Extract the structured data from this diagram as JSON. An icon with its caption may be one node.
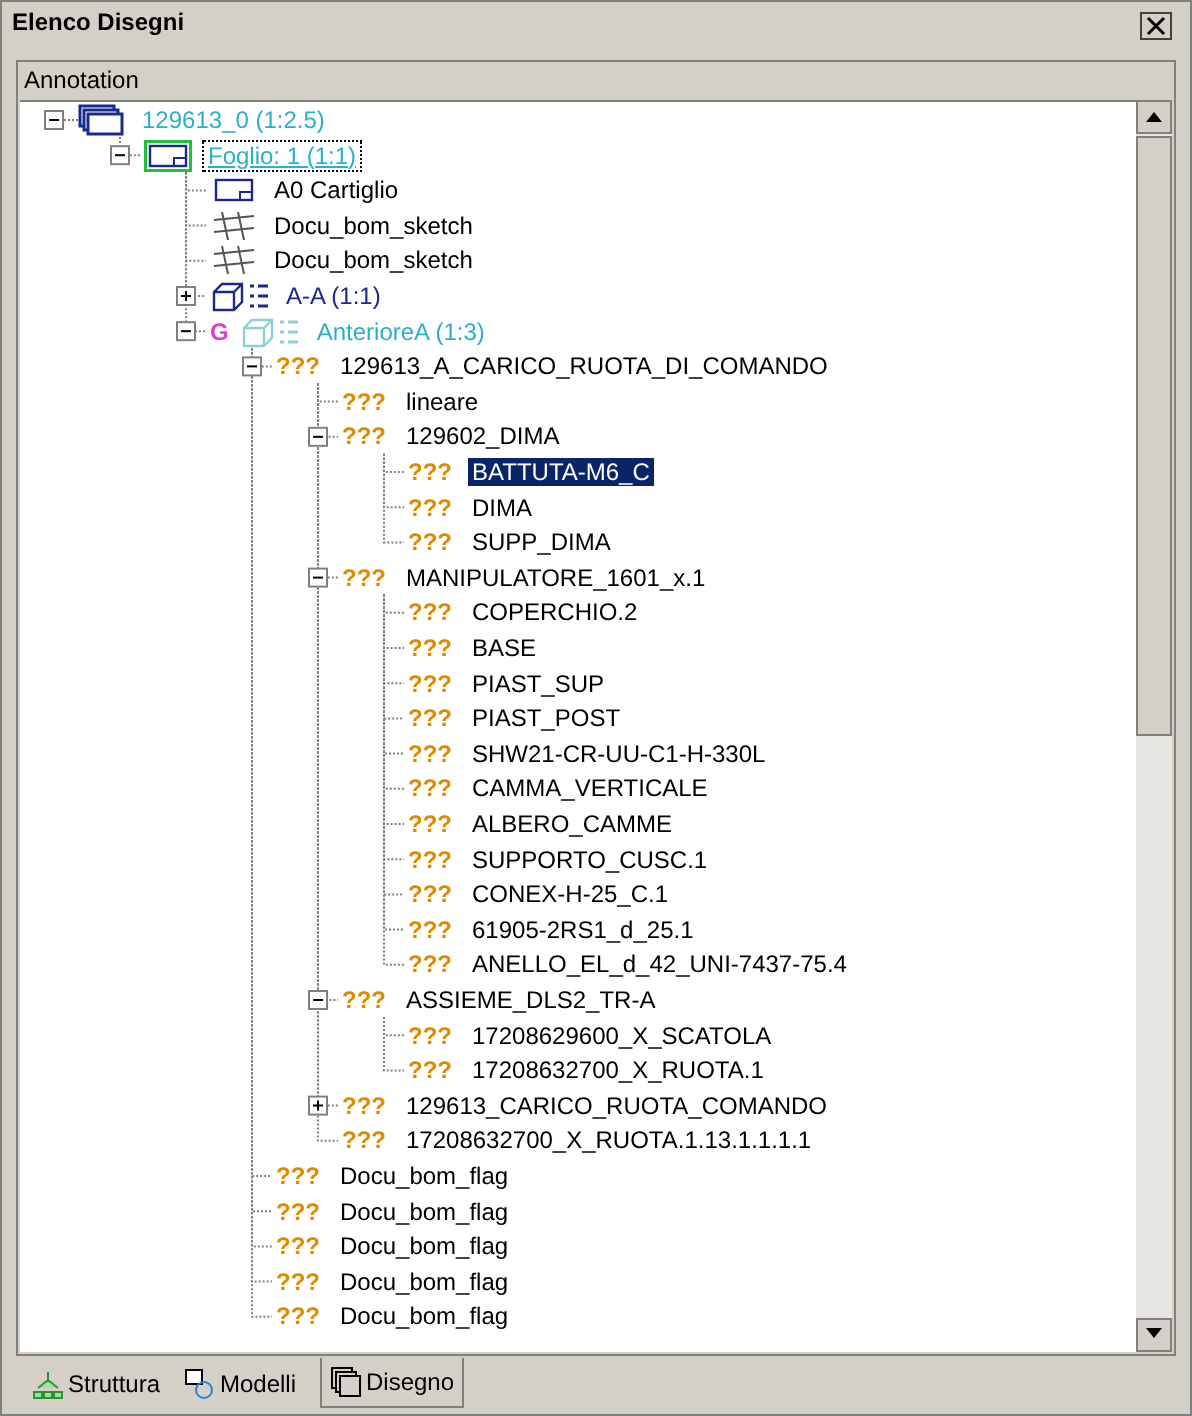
{
  "diagram": {
    "nodes": [
      {
        "text": [
          "129613_0 (1:2.5)"
        ]
      },
      {
        "text": [
          "Foglio: 1 (1:1)"
        ]
      },
      {
        "text": [
          "A0 Cartiglio"
        ]
      },
      {
        "text": [
          "Docu_bom_sketch"
        ]
      },
      {
        "text": [
          "Docu_bom_sketch"
        ]
      },
      {
        "text": [
          "A-A (1:1)"
        ]
      },
      {
        "text": [
          "G",
          "AnterioreA (1:3)"
        ]
      },
      {
        "text": [
          "???",
          "129613_A_CARICO_RUOTA_DI_COMANDO"
        ]
      },
      {
        "text": [
          "???",
          "lineare"
        ]
      },
      {
        "text": [
          "???",
          "129602_DIMA"
        ]
      },
      {
        "text": [
          "???",
          "BATTUTA-M6_C"
        ]
      },
      {
        "text": [
          "???",
          "DIMA"
        ]
      },
      {
        "text": [
          "???",
          "SUPP_DIMA"
        ]
      },
      {
        "text": [
          "???",
          "MANIPULATORE_1601_x.1"
        ]
      },
      {
        "text": [
          "???",
          "COPERCHIO.2"
        ]
      },
      {
        "text": [
          "???",
          "BASE"
        ]
      },
      {
        "text": [
          "???",
          "PIAST_SUP"
        ]
      },
      {
        "text": [
          "???",
          "PIAST_POST"
        ]
      },
      {
        "text": [
          "???",
          "SHW21-CR-UU-C1-H-330L"
        ]
      },
      {
        "text": [
          "???",
          "CAMMA_VERTICALE"
        ]
      },
      {
        "text": [
          "???",
          "ALBERO_CAMME"
        ]
      },
      {
        "text": [
          "???",
          "SUPPORTO_CUSC.1"
        ]
      },
      {
        "text": [
          "???",
          "CONEX-H-25_C.1"
        ]
      },
      {
        "text": [
          "???",
          "61905-2RS1_d_25.1"
        ]
      },
      {
        "text": [
          "???",
          "ANELLO_EL_d_42_UNI-7437-75.4"
        ]
      },
      {
        "text": [
          "???",
          "ASSIEME_DLS2_TR-A"
        ]
      },
      {
        "text": [
          "???",
          "17208629600_X_SCATOLA"
        ]
      },
      {
        "text": [
          "???",
          "17208632700_X_RUOTA.1"
        ]
      },
      {
        "text": [
          "???",
          "129613_CARICO_RUOTA_COMANDO"
        ]
      },
      {
        "text": [
          "???",
          "17208632700_X_RUOTA.1.13.1.1.1.1"
        ]
      },
      {
        "text": [
          "???",
          "Docu_bom_flag"
        ]
      },
      {
        "text": [
          "???",
          "Docu_bom_flag"
        ]
      },
      {
        "text": [
          "???",
          "Docu_bom_flag"
        ]
      },
      {
        "text": [
          "???",
          "Docu_bom_flag"
        ]
      },
      {
        "text": [
          "???",
          "Docu_bom_flag"
        ]
      }
    ],
    "edges": [
      {
        "from": 0,
        "to": 1,
        "arrow": "none"
      },
      {
        "from": 1,
        "to": 2,
        "arrow": "none"
      },
      {
        "from": 1,
        "to": 3,
        "arrow": "none"
      },
      {
        "from": 1,
        "to": 4,
        "arrow": "none"
      },
      {
        "from": 1,
        "to": 5,
        "arrow": "none"
      },
      {
        "from": 1,
        "to": 6,
        "arrow": "none"
      },
      {
        "from": 6,
        "to": 7,
        "arrow": "none"
      },
      {
        "from": 7,
        "to": 8,
        "arrow": "none"
      },
      {
        "from": 7,
        "to": 9,
        "arrow": "none"
      },
      {
        "from": 9,
        "to": 10,
        "arrow": "none"
      },
      {
        "from": 9,
        "to": 11,
        "arrow": "none"
      },
      {
        "from": 9,
        "to": 12,
        "arrow": "none"
      },
      {
        "from": 7,
        "to": 13,
        "arrow": "none"
      },
      {
        "from": 13,
        "to": 14,
        "arrow": "none"
      },
      {
        "from": 13,
        "to": 15,
        "arrow": "none"
      },
      {
        "from": 13,
        "to": 16,
        "arrow": "none"
      },
      {
        "from": 13,
        "to": 17,
        "arrow": "none"
      },
      {
        "from": 13,
        "to": 18,
        "arrow": "none"
      },
      {
        "from": 13,
        "to": 19,
        "arrow": "none"
      },
      {
        "from": 13,
        "to": 20,
        "arrow": "none"
      },
      {
        "from": 13,
        "to": 21,
        "arrow": "none"
      },
      {
        "from": 13,
        "to": 22,
        "arrow": "none"
      },
      {
        "from": 13,
        "to": 23,
        "arrow": "none"
      },
      {
        "from": 13,
        "to": 24,
        "arrow": "none"
      },
      {
        "from": 7,
        "to": 25,
        "arrow": "none"
      },
      {
        "from": 25,
        "to": 26,
        "arrow": "none"
      },
      {
        "from": 25,
        "to": 27,
        "arrow": "none"
      },
      {
        "from": 7,
        "to": 28,
        "arrow": "none"
      },
      {
        "from": 7,
        "to": 29,
        "arrow": "none"
      },
      {
        "from": 6,
        "to": 30,
        "arrow": "none"
      },
      {
        "from": 6,
        "to": 31,
        "arrow": "none"
      },
      {
        "from": 6,
        "to": 32,
        "arrow": "none"
      },
      {
        "from": 6,
        "to": 33,
        "arrow": "none"
      },
      {
        "from": 6,
        "to": 34,
        "arrow": "none"
      }
    ],
    "labels": [
      "Elenco Disegni",
      "Annotation",
      "Struttura",
      "Modelli",
      "Disegno"
    ]
  }
}
